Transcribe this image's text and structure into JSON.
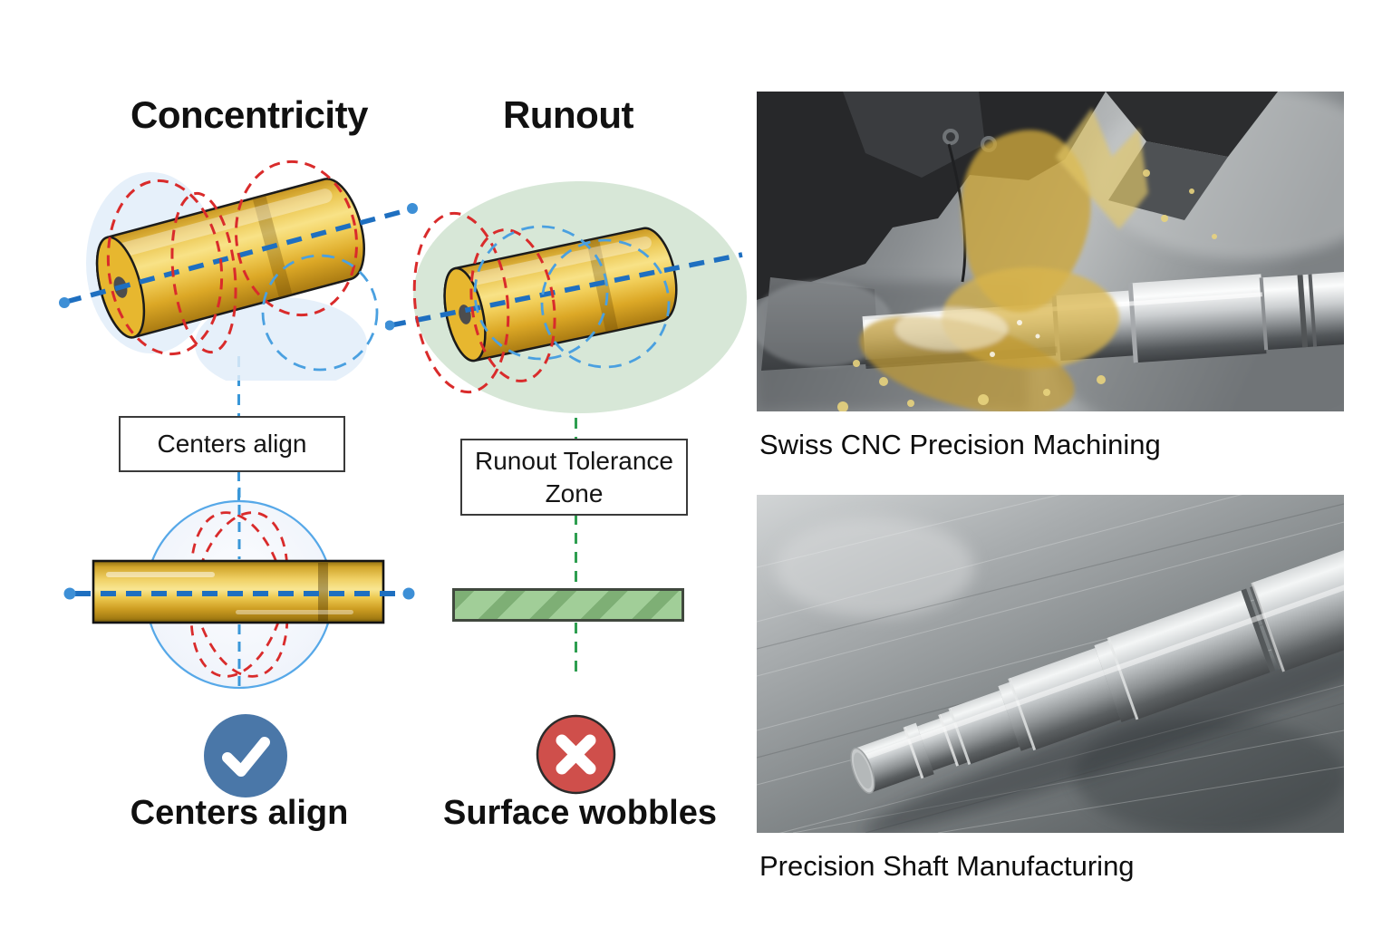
{
  "concentricity": {
    "title": "Concentricity",
    "callout": "Centers align",
    "verdict": "Centers align",
    "verdict_icon": "check-icon",
    "accent": "#4A77A8"
  },
  "runout": {
    "title": "Runout",
    "callout_line1": "Runout Tolerance",
    "callout_line2": "Zone",
    "verdict": "Surface wobbles",
    "verdict_icon": "cross-icon",
    "accent": "#CF4F4B"
  },
  "photos": [
    {
      "caption": "Swiss CNC Precision Machining"
    },
    {
      "caption": "Precision Shaft Manufacturing"
    }
  ],
  "colors": {
    "gold": "#EFC445",
    "gold_dark": "#B07F15",
    "axis_blue": "#1E6FC0",
    "guide_blue": "#4AA0E0",
    "tolerance_red": "#D92B2B",
    "zone_green_fill": "#D7E7D7",
    "zone_green_line": "#2E9E50",
    "bar_green": "#9CCB93",
    "check_blue": "#4A77A8",
    "cross_red": "#CF4F4B"
  }
}
